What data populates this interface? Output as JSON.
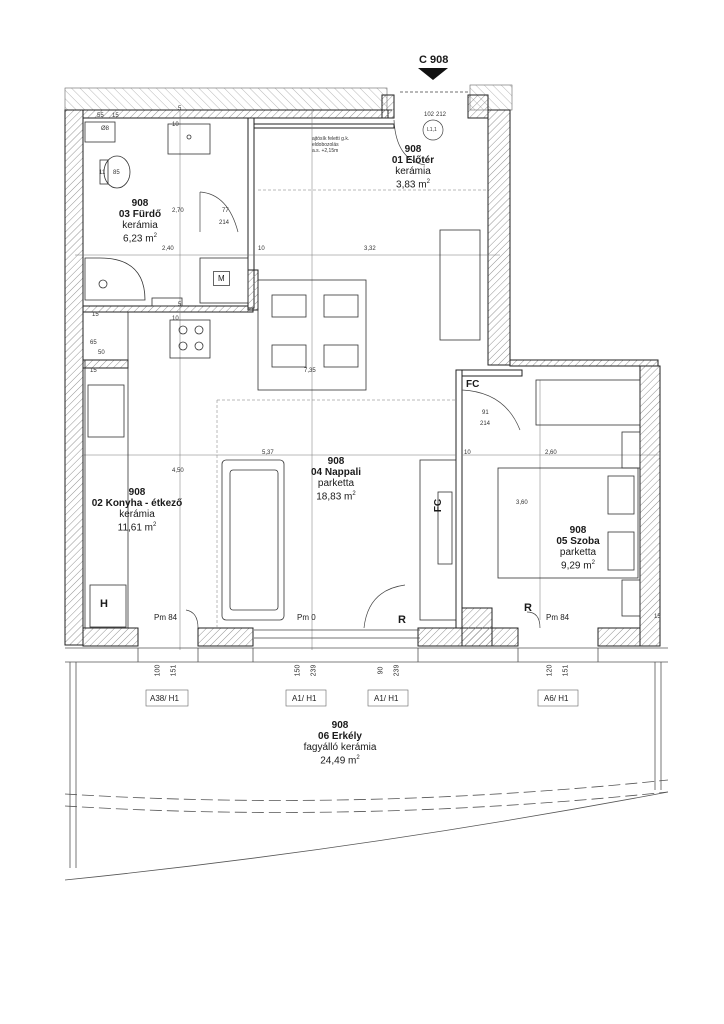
{
  "section": {
    "label": "C 908"
  },
  "rooms": [
    {
      "id": "furdo",
      "num": "908",
      "name": "03 Fürdő",
      "floor": "kerámia",
      "area": "6,23 m",
      "unit_exp": "2"
    },
    {
      "id": "eloter",
      "num": "908",
      "name": "01 Előtér",
      "floor": "kerámia",
      "area": "3,83 m",
      "unit_exp": "2"
    },
    {
      "id": "konyha",
      "num": "908",
      "name": "02 Konyha - étkező",
      "floor": "kerámia",
      "area": "11,61 m",
      "unit_exp": "2"
    },
    {
      "id": "nappali",
      "num": "908",
      "name": "04 Nappali",
      "floor": "parketta",
      "area": "18,83 m",
      "unit_exp": "2"
    },
    {
      "id": "szoba",
      "num": "908",
      "name": "05 Szoba",
      "floor": "parketta",
      "area": "9,29 m",
      "unit_exp": "2"
    },
    {
      "id": "erkely",
      "num": "908",
      "name": "06 Erkély",
      "floor": "fagyálló kerámia",
      "area": "24,49 m",
      "unit_exp": "2"
    }
  ],
  "note": {
    "line1": "ajtósík feletti g.k.",
    "line2": "eldobozolás",
    "line3": "a.s. +2,15m"
  },
  "dimensions": {
    "d55": "55",
    "d15a": "15",
    "d8": "Ø8",
    "d11": "11",
    "d85": "85",
    "d10a": "10",
    "d5a": "5",
    "d270": "2,70",
    "d77": "77",
    "d214a": "214",
    "d240": "2,40",
    "d10b": "10",
    "d332": "3,32",
    "d102": "102",
    "d212": "212",
    "d15b": "15",
    "d10c": "10",
    "d5b": "5",
    "d65": "65",
    "d50": "50",
    "d15c": "15",
    "d735": "7,35",
    "d537": "5,37",
    "d91": "91",
    "d214b": "214",
    "d10d": "10",
    "d260": "2,60",
    "d360": "3,60",
    "d450": "4,50",
    "d15d": "15"
  },
  "tags": {
    "m": "M",
    "h": "H",
    "fc1": "FC",
    "fc2": "FC",
    "r1": "R",
    "r2": "R",
    "l11": "L1,1",
    "pm1": "Pm 84",
    "pm2": "Pm 0",
    "pm3": "Pm 84"
  },
  "window_dims": [
    {
      "a": "100",
      "b": "151",
      "tag": "A38/ H1"
    },
    {
      "a": "150",
      "b": "239",
      "tag": "A1/ H1"
    },
    {
      "a": "90",
      "b": "239",
      "tag": "A1/ H1"
    },
    {
      "a": "120",
      "b": "151",
      "tag": "A6/ H1"
    }
  ]
}
